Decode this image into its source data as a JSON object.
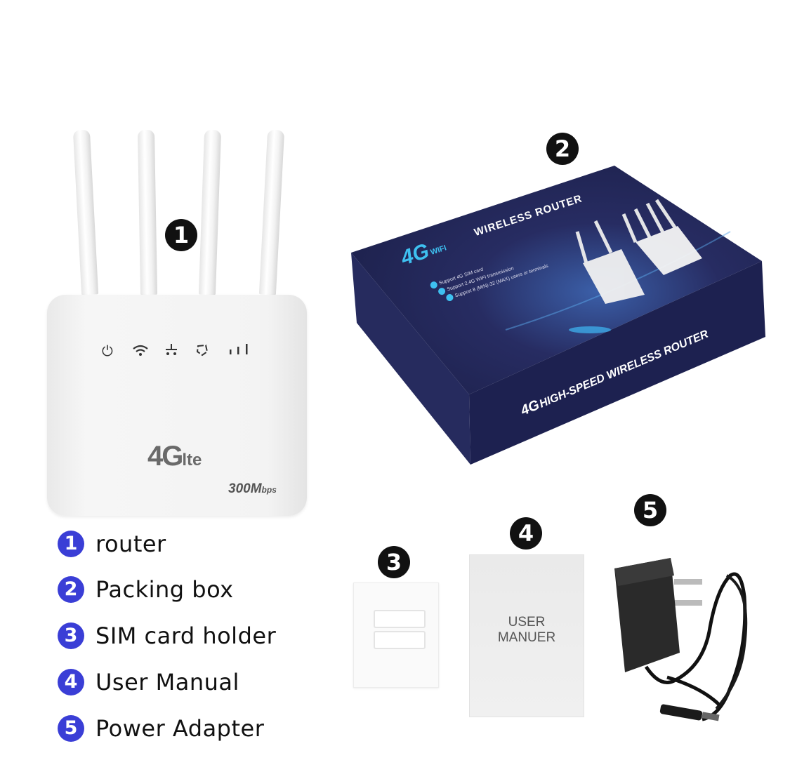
{
  "router": {
    "marker": "1",
    "brand_main": "4G",
    "brand_sub": "lte",
    "speed_main": "300M",
    "speed_unit": "bps",
    "led_icons": [
      "power-icon",
      "wifi-icon",
      "lan-icon",
      "internet-icon",
      "signal-icon"
    ]
  },
  "box": {
    "marker": "2",
    "logo_main": "4G",
    "logo_sub": "WIFI",
    "top_title": "WIRELESS ROUTER",
    "features": [
      "Support 4G SIM card",
      "Support 2.4G WIFI transmission",
      "Support 8 (MIN)-32 (MAX) users or terminals"
    ],
    "front_logo": "4G",
    "front_title": "HIGH-SPEED WIRELESS ROUTER",
    "color": "#23285a"
  },
  "sim_holder": {
    "marker": "3"
  },
  "manual": {
    "marker": "4",
    "line1": "USER",
    "line2": "MANUER"
  },
  "adapter": {
    "marker": "5"
  },
  "legend": [
    {
      "num": "1",
      "label": "router"
    },
    {
      "num": "2",
      "label": "Packing box"
    },
    {
      "num": "3",
      "label": "SIM card holder"
    },
    {
      "num": "4",
      "label": "User Manual"
    },
    {
      "num": "5",
      "label": "Power Adapter"
    }
  ],
  "accent": "#3a3ed6"
}
